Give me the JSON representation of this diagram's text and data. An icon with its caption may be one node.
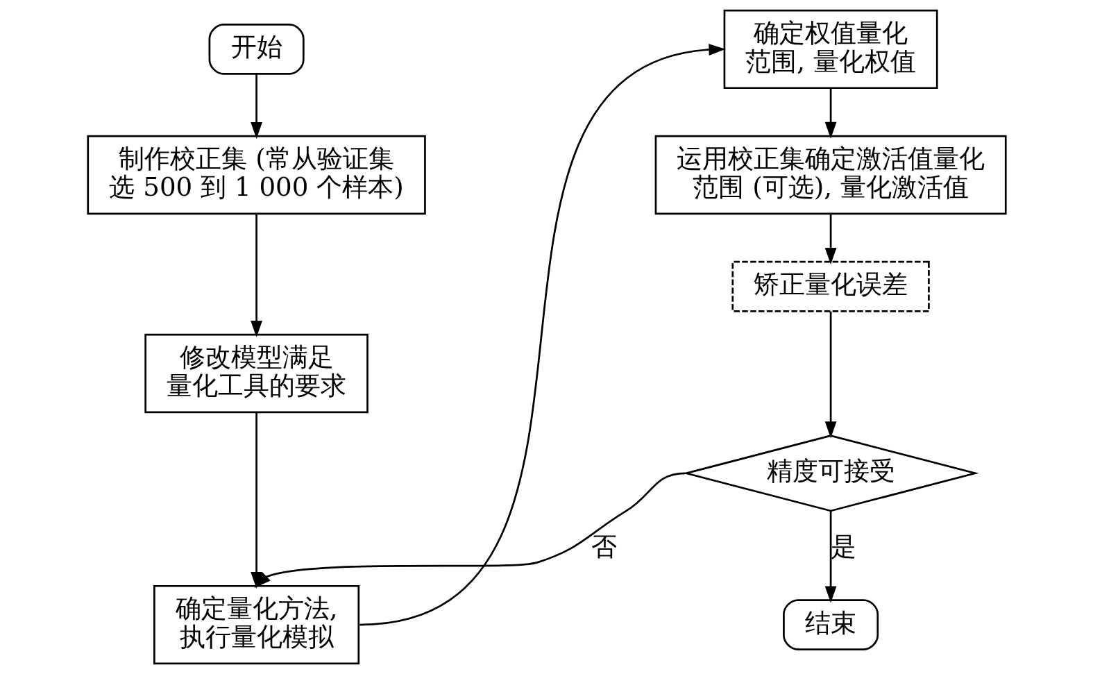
{
  "diagram": {
    "nodes": [
      {
        "text": [
          "开始"
        ]
      },
      {
        "text": [
          "制作校正集 (常从验证集选 500 到 1 000 个样本)"
        ]
      },
      {
        "text": [
          "修改模型满足量化工具的要求"
        ]
      },
      {
        "text": [
          "确定量化方法,执行量化模拟"
        ]
      },
      {
        "text": [
          "确定权值量化范围, 量化权值"
        ]
      },
      {
        "text": [
          "运用校正集确定激活值量化范围 (可选), 量化激活值"
        ]
      },
      {
        "text": [
          "矫正量化误差"
        ]
      },
      {
        "text": [
          "精度可接受"
        ]
      },
      {
        "text": [
          "结束"
        ]
      }
    ],
    "edges": [
      {
        "from": 0,
        "to": 1,
        "arrow": "to"
      },
      {
        "from": 1,
        "to": 2,
        "arrow": "to"
      },
      {
        "from": 2,
        "to": 3,
        "arrow": "to"
      },
      {
        "from": 3,
        "to": 4,
        "arrow": "to"
      },
      {
        "from": 4,
        "to": 5,
        "arrow": "to"
      },
      {
        "from": 5,
        "to": 6,
        "arrow": "to"
      },
      {
        "from": 6,
        "to": 7,
        "arrow": "to"
      },
      {
        "from": 7,
        "to": 8,
        "arrow": "to",
        "label": "是"
      },
      {
        "from": 7,
        "to": 3,
        "arrow": "to",
        "label": "否"
      }
    ]
  }
}
